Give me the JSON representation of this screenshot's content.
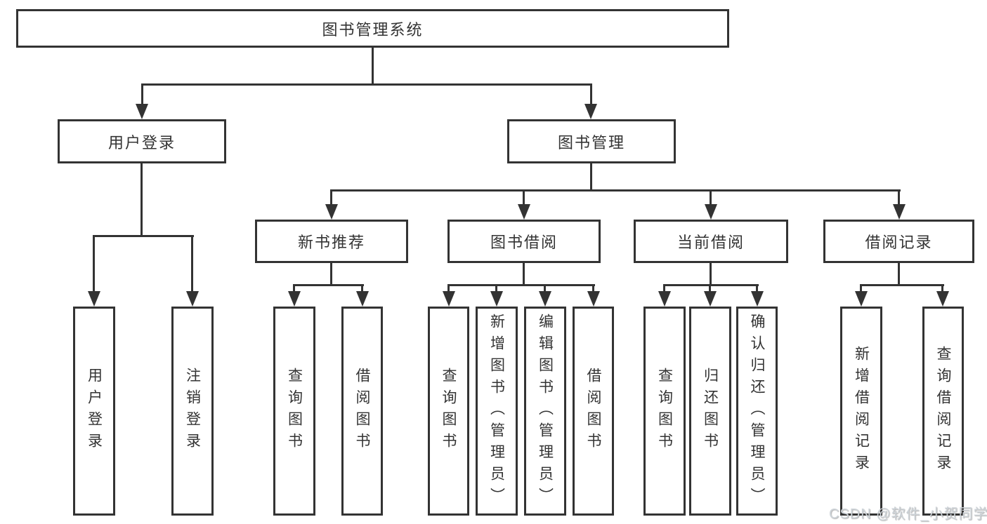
{
  "tree": {
    "root": "图书管理系统",
    "user_login": {
      "label": "用户登录",
      "children": [
        "用户登录",
        "注销登录"
      ]
    },
    "book_management": {
      "label": "图书管理",
      "sections": [
        {
          "label": "新书推荐",
          "children": [
            "查询图书",
            "借阅图书"
          ]
        },
        {
          "label": "图书借阅",
          "children": [
            "查询图书",
            "新增图书（管理员）",
            "编辑图书（管理员）",
            "借阅图书"
          ]
        },
        {
          "label": "当前借阅",
          "children": [
            "查询图书",
            "归还图书",
            "确认归还（管理员）"
          ]
        },
        {
          "label": "借阅记录",
          "children": [
            "新增借阅记录",
            "查询借阅记录"
          ]
        }
      ]
    }
  },
  "watermark": "CSDN @软件_小贺同学",
  "colors": {
    "line": "#333333",
    "background": "#ffffff",
    "watermark": "#cdd3d8"
  }
}
